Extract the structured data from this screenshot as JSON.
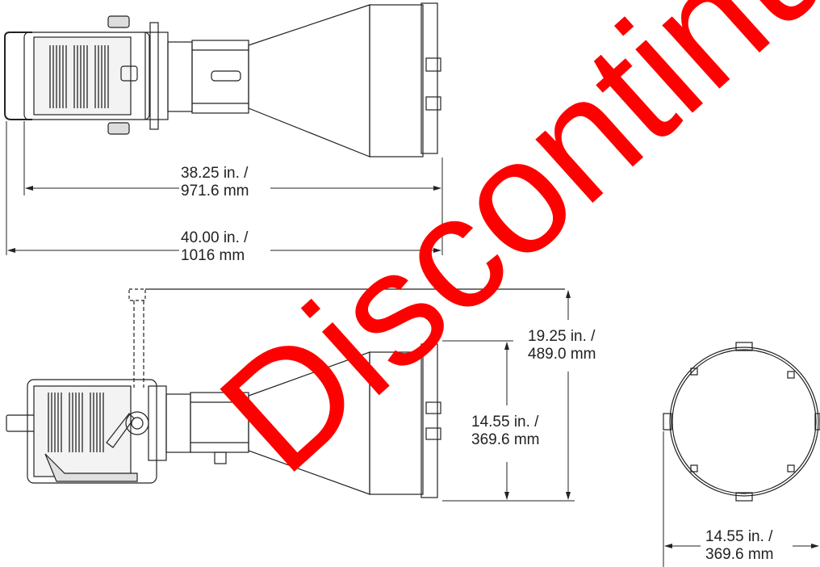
{
  "dimensions": {
    "top_inner": {
      "line1": "38.25 in. /",
      "line2": "971.6 mm"
    },
    "top_outer": {
      "line1": "40.00 in. /",
      "line2": "1016 mm"
    },
    "side_height": {
      "line1": "19.25 in. /",
      "line2": "489.0 mm"
    },
    "side_lens": {
      "line1": "14.55 in. /",
      "line2": "369.6 mm"
    },
    "front_diameter": {
      "line1": "14.55 in. /",
      "line2": "369.6 mm"
    }
  },
  "watermark": {
    "text": "Discontinued",
    "color": "#ff0000"
  }
}
